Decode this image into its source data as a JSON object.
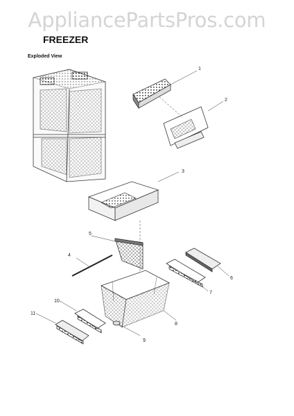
{
  "watermark": "AppliancePartsPros.com",
  "title": "FREEZER",
  "subtitle": "Exploded View",
  "callouts": [
    "1",
    "2",
    "3",
    "4",
    "5",
    "6",
    "7",
    "8",
    "9",
    "10",
    "11"
  ],
  "colors": {
    "line": "#333333",
    "watermark": "#d4d4d4"
  }
}
